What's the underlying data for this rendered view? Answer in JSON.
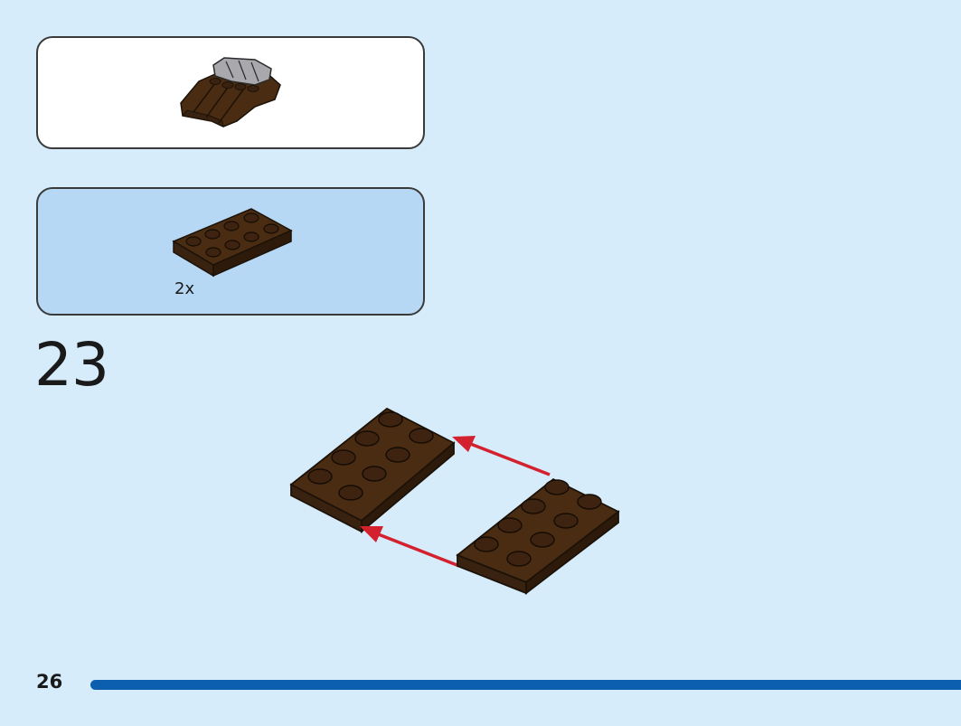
{
  "page": {
    "step_number": "23",
    "page_number": "26"
  },
  "submodel_callout": {
    "description_icon": "brown-wing-submodel"
  },
  "parts_list": {
    "items": [
      {
        "part_icon": "brown-plate-2x4",
        "quantity": "2x"
      }
    ]
  },
  "assembly": {
    "parts": [
      "brown-plate-2x4",
      "brown-plate-2x4"
    ],
    "arrows": [
      "red-arrow-left",
      "red-arrow-left"
    ]
  },
  "colors": {
    "background": "#d6ecfb",
    "parts_panel": "#b7d8f4",
    "brick_brown": "#4a2c12",
    "arrow_red": "#d3222e",
    "progress_bar": "#0b5fae"
  }
}
